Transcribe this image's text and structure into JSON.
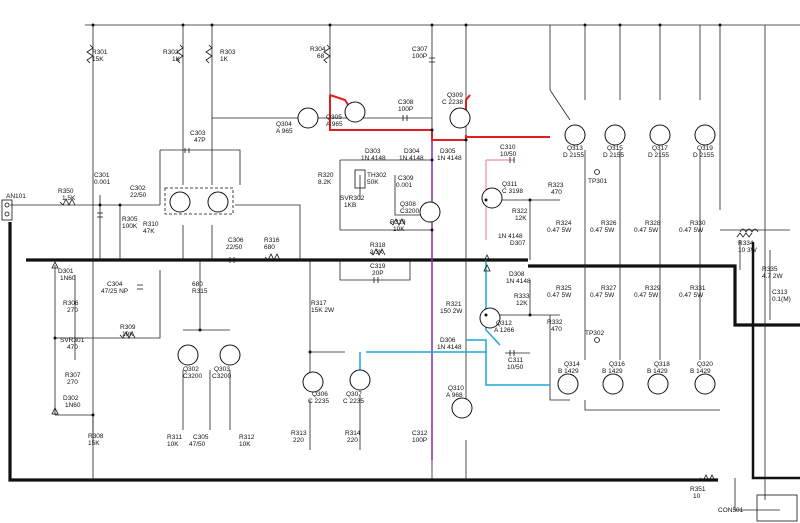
{
  "colors": {
    "red": "#e02020",
    "pink": "#e8758a",
    "purple": "#8a2aa8",
    "cyan": "#1aa8d8",
    "ink": "#111111"
  },
  "labels": {
    "an101": "AN101",
    "r301": [
      "R301",
      "15K"
    ],
    "r302": [
      "R302",
      "1K"
    ],
    "r303": [
      "R303",
      "1K"
    ],
    "r304": [
      "R304",
      "68"
    ],
    "c307": [
      "C307",
      "100P"
    ],
    "q304": [
      "Q304",
      "A 965"
    ],
    "q305": [
      "Q305",
      "A 965"
    ],
    "c308": [
      "C308",
      "100P"
    ],
    "q309": [
      "Q309",
      "C 2238"
    ],
    "c303": [
      "C303",
      "47P"
    ],
    "r350": [
      "R350",
      "1.5K"
    ],
    "c301": [
      "C301",
      "0.001"
    ],
    "c302": [
      "C302",
      "22/50"
    ],
    "r305": [
      "R305",
      "100K"
    ],
    "r310": [
      "R310",
      "47K"
    ],
    "d303": [
      "D303",
      "1N 4148"
    ],
    "d304": [
      "D304",
      "1N 4148"
    ],
    "d305": [
      "D305",
      "1N 4148"
    ],
    "r320": [
      "R320",
      "8.2K"
    ],
    "th302": [
      "TH302",
      "50K"
    ],
    "c309": [
      "C309",
      "0.001"
    ],
    "svr302": [
      "SVR302",
      "1KB"
    ],
    "r319": [
      "R319",
      "10K"
    ],
    "q308": [
      "Q308",
      "C3200"
    ],
    "c310": [
      "C310",
      "10/50"
    ],
    "q311": [
      "Q311",
      "C 3198"
    ],
    "r323": [
      "R323",
      "470"
    ],
    "tp301": "TP301",
    "r322": [
      "R322",
      "12K"
    ],
    "d307": [
      "1N 4148",
      "D307"
    ],
    "q313": [
      "Q313",
      "D 2155"
    ],
    "q315": [
      "Q315",
      "D 2155"
    ],
    "q317": [
      "Q317",
      "D 2155"
    ],
    "q319": [
      "Q319",
      "D 2155"
    ],
    "r324": [
      "R324",
      "0.47 5W"
    ],
    "r326": [
      "R326",
      "0.47 5W"
    ],
    "r328": [
      "R328",
      "0.47 5W"
    ],
    "r330": [
      "R330",
      "0.47 5W"
    ],
    "r334": [
      "R334",
      "10 3W"
    ],
    "r335": [
      "R335",
      "4.7 2W"
    ],
    "c313": [
      "C313",
      "0.1(M)"
    ],
    "c306": [
      "C306",
      "22/50"
    ],
    "r316": [
      "R316",
      "680"
    ],
    "r318": [
      "R318",
      "3.3K"
    ],
    "c319": [
      "C319",
      "20P"
    ],
    "d301": [
      "D301",
      "1N60"
    ],
    "c304": [
      "C304",
      "47/25 NP"
    ],
    "r315": [
      "680",
      "R315"
    ],
    "r306": [
      "R306",
      "270"
    ],
    "r309": [
      "R309",
      "10K"
    ],
    "svr301": [
      "SVR301",
      "470"
    ],
    "r307": [
      "R307",
      "270"
    ],
    "d302": [
      "D302",
      "1N60"
    ],
    "r308": [
      "R308",
      "15K"
    ],
    "r317": [
      "R317",
      "15K 2W"
    ],
    "r321": [
      "R321",
      "150 2W"
    ],
    "d308": [
      "D308",
      "1N 4148"
    ],
    "r333": [
      "R333",
      "12K"
    ],
    "r332": [
      "R332",
      "470"
    ],
    "tp302": "TP302",
    "r325": [
      "R325",
      "0.47 5W"
    ],
    "r327": [
      "R327",
      "0.47 5W"
    ],
    "r329": [
      "R329",
      "0.47 5W"
    ],
    "r331": [
      "R331",
      "0.47 5W"
    ],
    "q312": [
      "Q312",
      "A 1266"
    ],
    "d306": [
      "D306",
      "1N 4148"
    ],
    "c311": [
      "C311",
      "10/50"
    ],
    "q302": [
      "Q302",
      "C3200"
    ],
    "q303": [
      "Q303",
      "C3200"
    ],
    "q306": [
      "Q306",
      "C 2235"
    ],
    "q307": [
      "Q307",
      "C 2235"
    ],
    "q310": [
      "Q310",
      "A 968"
    ],
    "q314": [
      "Q314",
      "B 1429"
    ],
    "q316": [
      "Q316",
      "B 1429"
    ],
    "q318": [
      "Q318",
      "B 1429"
    ],
    "q320": [
      "Q320",
      "B 1429"
    ],
    "r311": [
      "R311",
      "10K"
    ],
    "c305": [
      "C305",
      "47/50"
    ],
    "r312": [
      "R312",
      "10K"
    ],
    "r313": [
      "R313",
      "220"
    ],
    "r314": [
      "R314",
      "220"
    ],
    "c312": [
      "C312",
      "100P"
    ],
    "r351": [
      "R351",
      "10"
    ],
    "con501": "CON501"
  }
}
